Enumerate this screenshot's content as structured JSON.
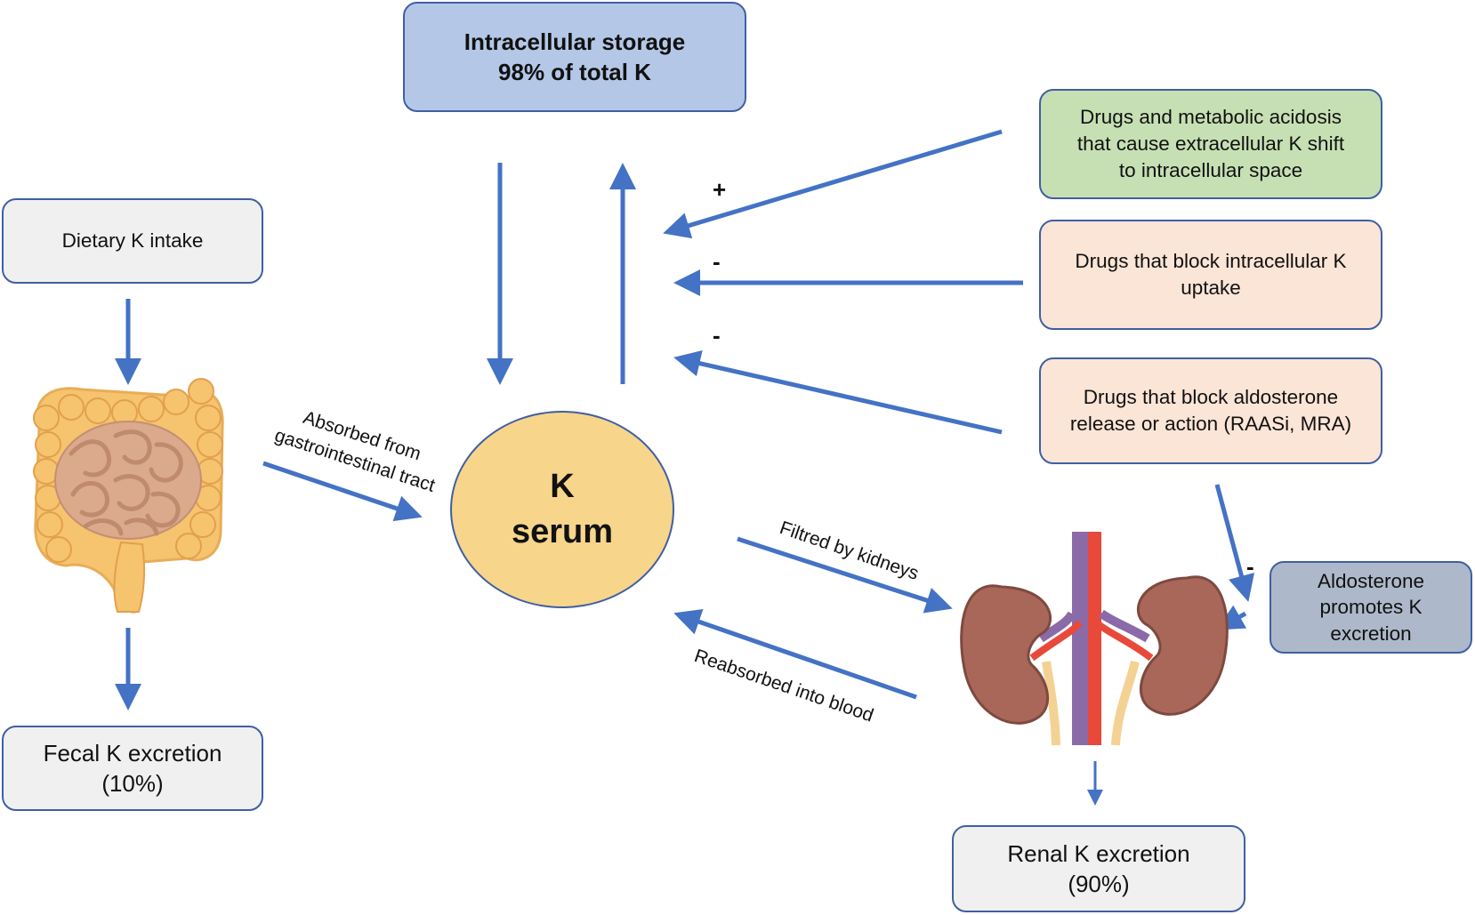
{
  "boxes": {
    "intracellular_storage": {
      "line1": "Intracellular storage",
      "line2": "98% of total K"
    },
    "drugs_shift": {
      "line1": "Drugs and metabolic acidosis",
      "line2": "that cause extracellular K shift",
      "line3": "to intracellular space"
    },
    "drugs_block_uptake": {
      "line1": "Drugs that block intracellular K",
      "line2": "uptake"
    },
    "drugs_block_aldosterone": {
      "line1": "Drugs that block aldosterone",
      "line2": "release or action (RAASi, MRA)"
    },
    "aldosterone": {
      "line1": "Aldosterone",
      "line2": "promotes K",
      "line3": "excretion"
    },
    "dietary_intake": {
      "line1": "Dietary K intake"
    },
    "fecal_excretion": {
      "line1": "Fecal K excretion",
      "line2": "(10%)"
    },
    "renal_excretion": {
      "line1": "Renal K excretion",
      "line2": "(90%)"
    }
  },
  "serum": {
    "line1": "K",
    "line2": "serum"
  },
  "labels": {
    "absorbed_line1": "Absorbed  from",
    "absorbed_line2": "gastrointestinal tract",
    "filtred": "Filtred by kidneys",
    "reabsorbed": "Reabsorbed into blood"
  },
  "signs": {
    "shift": "+",
    "uptake": "-",
    "aldo_block": "-",
    "aldo_promote": "-"
  },
  "icons": {
    "intestine": "intestine-illustration",
    "kidneys": "kidneys-illustration"
  },
  "colors": {
    "arrow": "#4472c4",
    "border": "#3f5fa3",
    "serum_fill": "#f7d58b",
    "storage_fill": "#b4c7e7",
    "shift_fill": "#c6e0b4",
    "block_fill": "#fbe5d6",
    "aldosterone_fill": "#adb9ca",
    "neutral_fill": "#f0f0f0"
  }
}
